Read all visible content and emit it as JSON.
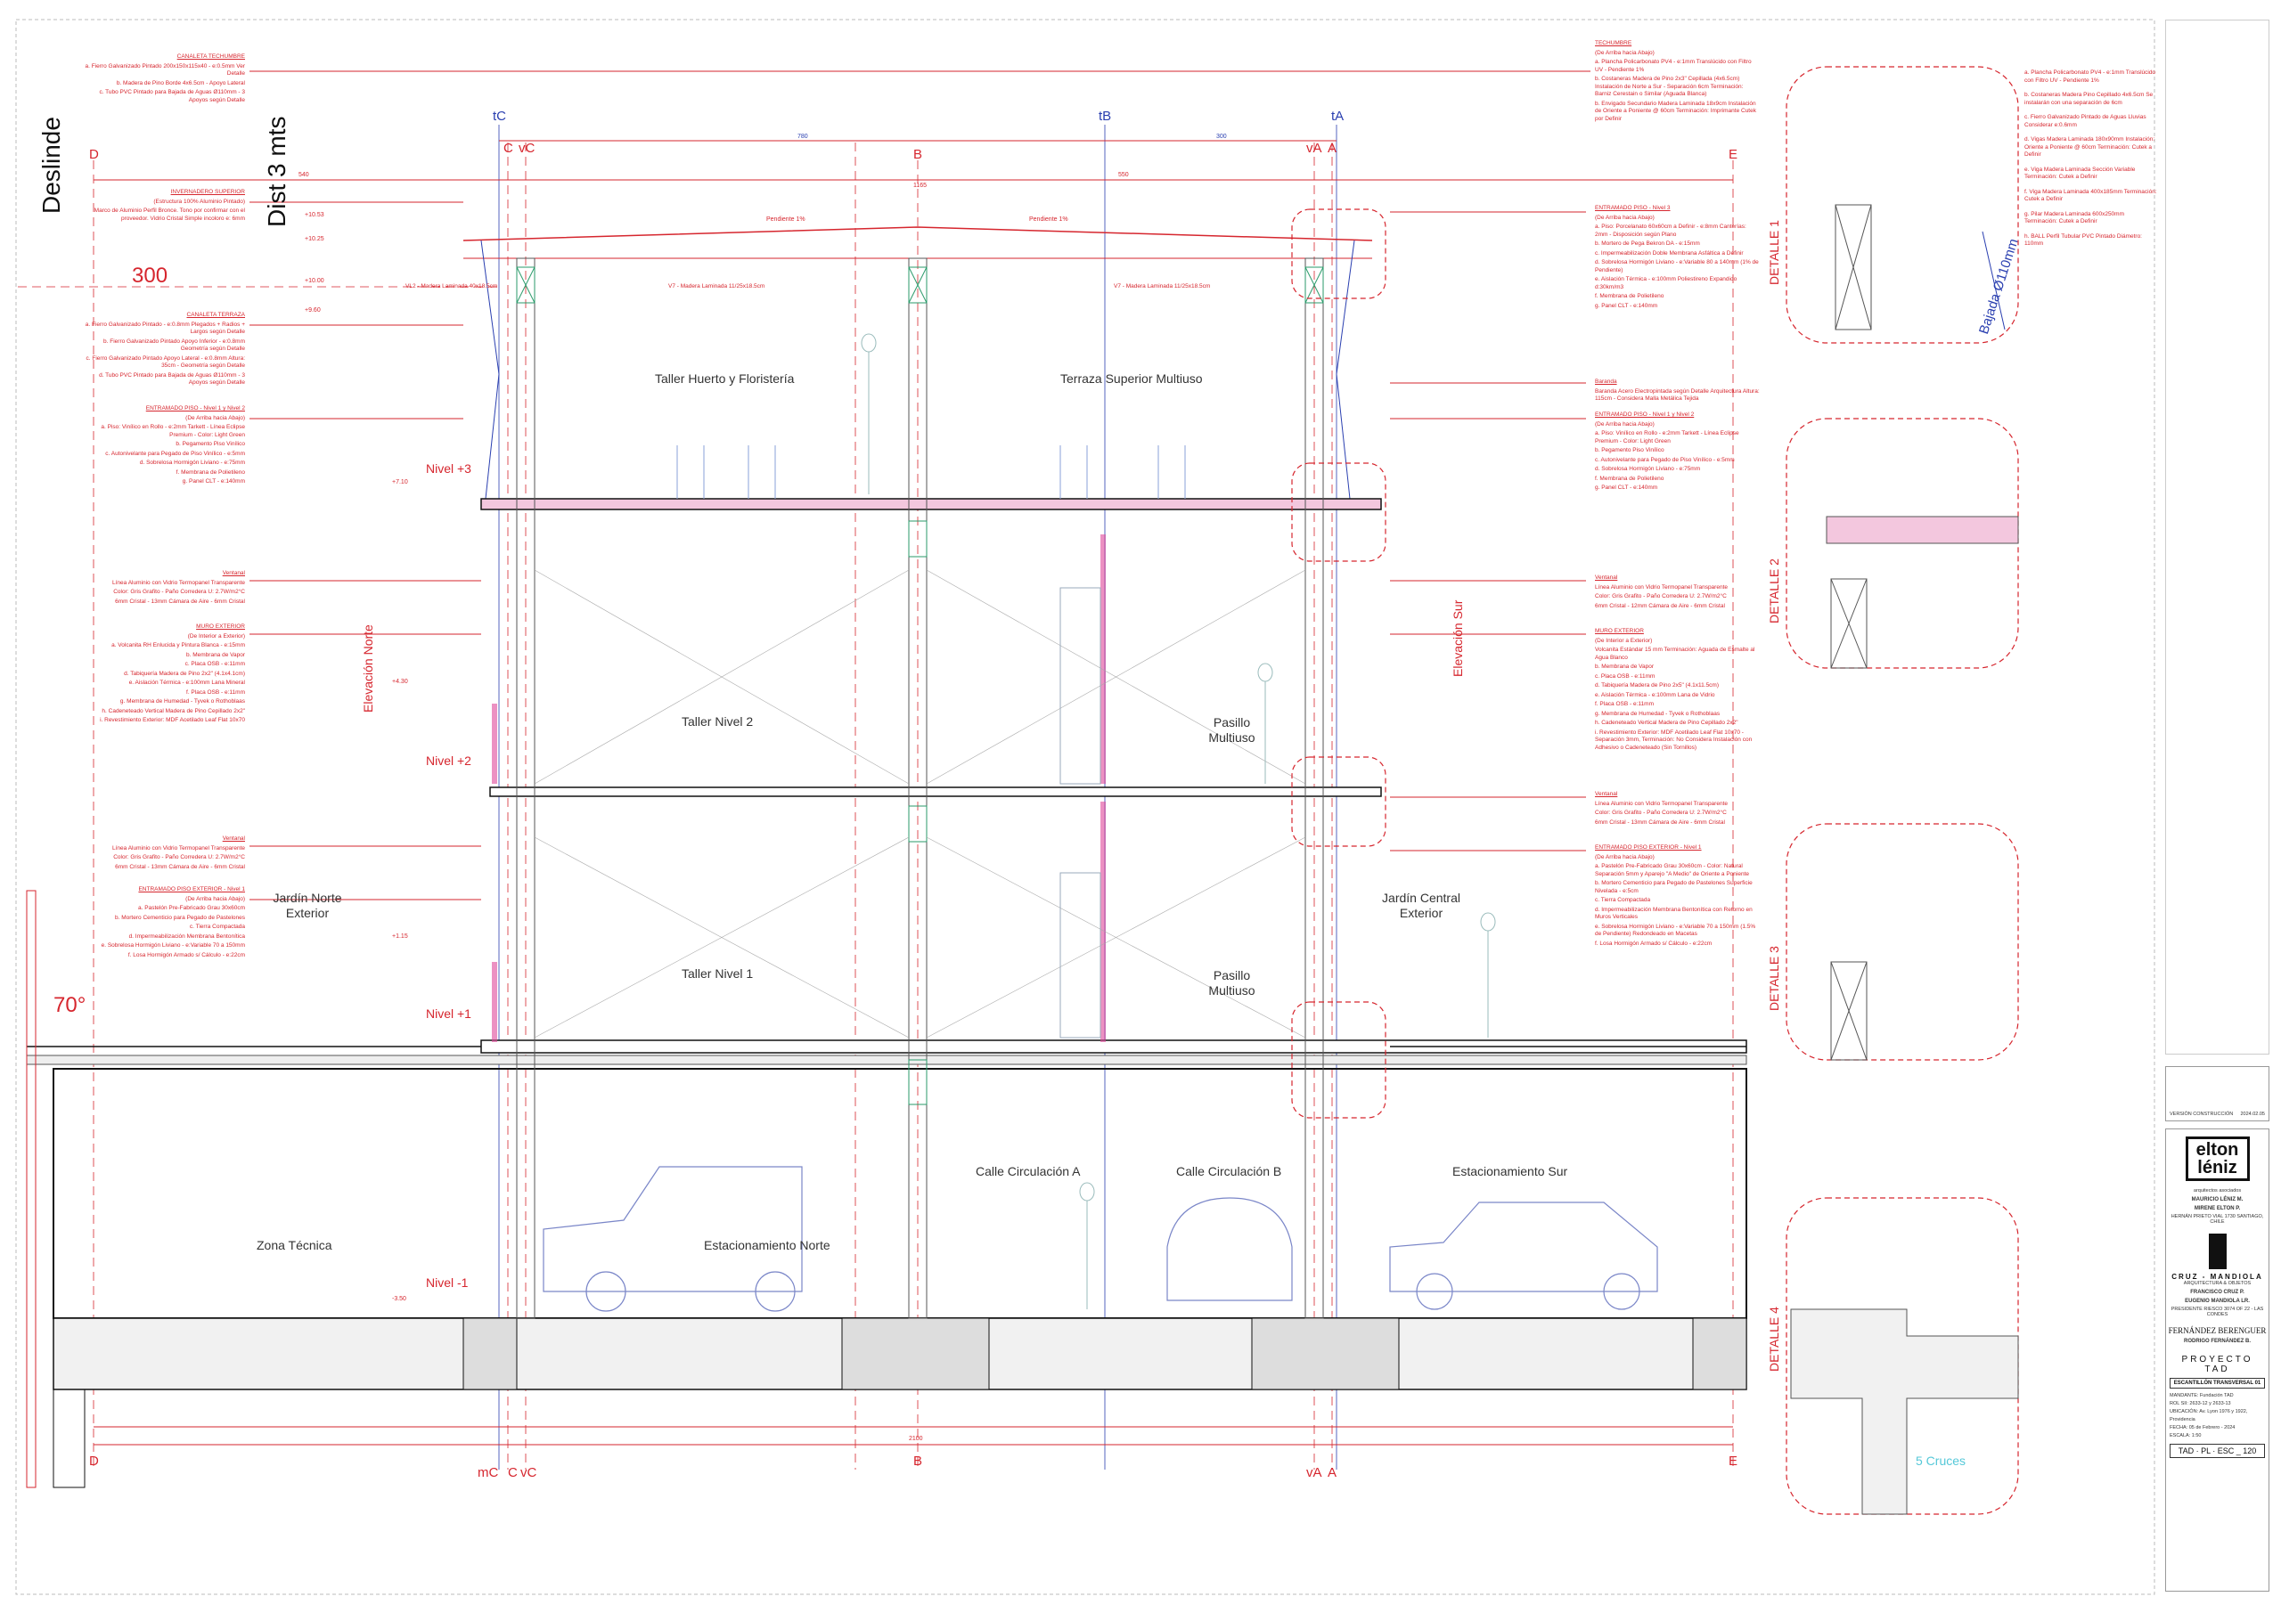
{
  "annotations": {
    "deslinde": "Deslinde",
    "dist": "Dist 3 mts",
    "setback": "300",
    "angle": "70°",
    "elev_norte": "Elevación Norte",
    "elev_sur": "Elevación Sur"
  },
  "grid": {
    "D": "D",
    "tC": "tC",
    "C": "C",
    "vC": "vC",
    "B": "B",
    "tB": "tB",
    "vA": "vA",
    "A": "A",
    "tA": "tA",
    "E": "E",
    "mC": "mC"
  },
  "dimensions": {
    "d1": "540",
    "d2": "780",
    "d3": "300",
    "d4": "550",
    "d5": "1165",
    "d6": "2100"
  },
  "levels": {
    "n3": "Nivel +3",
    "n2": "Nivel +2",
    "n1": "Nivel +1",
    "nm1": "Nivel -1",
    "e1": "+10.53",
    "e2": "+10.25",
    "e3": "+10.00",
    "e4": "+9.60",
    "e5": "+7.10",
    "e6": "+4.30",
    "e7": "+1.15",
    "e8": "-3.50"
  },
  "rooms": {
    "huerto": "Taller Huerto y Floristería",
    "terraza": "Terraza Superior Multiuso",
    "taller2": "Taller Nivel 2",
    "pasillo2": "Pasillo Multiuso",
    "taller1": "Taller Nivel 1",
    "pasillo1": "Pasillo Multiuso",
    "jardin_norte": "Jardín Norte Exterior",
    "jardin_central": "Jardín Central Exterior",
    "calle_a": "Calle Circulación A",
    "calle_b": "Calle Circulación B",
    "est_sur": "Estacionamiento Sur",
    "est_norte": "Estacionamiento Norte",
    "zona_tecnica": "Zona Técnica"
  },
  "beams": {
    "vl2": "VL2 - Madera Laminada 40x18.5cm",
    "v7": "V7 - Madera Laminada 11/25x18.5cm",
    "pendiente": "Pendiente 1%"
  },
  "details": {
    "d1": "DETALLE 1",
    "d2": "DETALLE 2",
    "d3": "DETALLE 3",
    "d4": "DETALLE 4",
    "bajada": "Bajada Ø110mm",
    "cruces": "5 Cruces"
  },
  "notes_left": [
    {
      "title": "CANALETA TECHUMBRE",
      "lines": [
        "a. Fierro Galvanizado Pintado 200x150x115x40 - e:0.5mm Ver Detalle",
        "b. Madera de Pino Borde 4x6.5cm - Apoyo Lateral",
        "c. Tubo PVC Pintado para Bajada de Aguas Ø110mm - 3 Apoyos según Detalle"
      ]
    },
    {
      "title": "INVERNADERO SUPERIOR",
      "lines": [
        "(Estructura 100% Aluminio Pintado)",
        "Marco de Aluminio Perfil Bronce. Tono por confirmar con el proveedor. Vidrio Cristal Simple incoloro e: 6mm"
      ]
    },
    {
      "title": "CANALETA TERRAZA",
      "lines": [
        "a. Fierro Galvanizado Pintado - e:0.8mm Plegados + Radios + Largos según Detalle",
        "b. Fierro Galvanizado Pintado Apoyo Inferior - e:0.8mm Geometría según Detalle",
        "c. Fierro Galvanizado Pintado Apoyo Lateral - e:0.8mm Altura: 35cm - Geometría según Detalle",
        "d. Tubo PVC Pintado para Bajada de Aguas Ø110mm - 3 Apoyos según Detalle"
      ]
    },
    {
      "title": "ENTRAMADO PISO - Nivel 1 y Nivel 2",
      "lines": [
        "(De Arriba hacia Abajo)",
        "a. Piso: Vinílico en Rollo - e:2mm Tarkett - Línea Eclipse Premium - Color: Light Green",
        "b. Pegamento Piso Vinílico",
        "c. Autonivelante para Pegado de Piso Vinílico - e:5mm",
        "d. Sobrelosa Hormigón Liviano - e:75mm",
        "f. Membrana de Polietileno",
        "g. Panel CLT - e:140mm"
      ]
    },
    {
      "title": "Ventanal",
      "lines": [
        "Línea Aluminio con Vidrio Termopanel Transparente",
        "Color: Gris Grafito - Paño Corredera U: 2.7W/m2°C",
        "6mm Cristal - 13mm Cámara de Aire - 6mm Cristal"
      ]
    },
    {
      "title": "MURO EXTERIOR",
      "lines": [
        "(De Interior a Exterior)",
        "a. Volcanita RH Enlucida y Pintura Blanca - e:15mm",
        "b. Membrana de Vapor",
        "c. Placa OSB - e:11mm",
        "d. Tabiquería Madera de Pino 2x2\" (4.1x4.1cm)",
        "e. Aislación Térmica - e:100mm Lana Mineral",
        "f. Placa OSB - e:11mm",
        "g. Membrana de Humedad - Tyvek o Rothoblaas",
        "h. Cadeneteado Vertical Madera de Pino Cepillado 2x2\"",
        "i. Revestimiento Exterior: MDF Acetilado Leaf Flat 10x70"
      ]
    },
    {
      "title": "Ventanal",
      "lines": [
        "Línea Aluminio con Vidrio Termopanel Transparente",
        "Color: Gris Grafito - Paño Corredera U: 2.7W/m2°C",
        "6mm Cristal - 13mm Cámara de Aire - 6mm Cristal"
      ]
    },
    {
      "title": "ENTRAMADO PISO EXTERIOR - Nivel 1",
      "lines": [
        "(De Arriba hacia Abajo)",
        "a. Pastelón Pre-Fabricado Grau 30x60cm",
        "b. Mortero Cementicio para Pegado de Pastelones",
        "c. Tierra Compactada",
        "d. Impermeabilización Membrana Bentonítica",
        "e. Sobrelosa Hormigón Liviano - e:Variable 70 a 150mm",
        "f. Losa Hormigón Armado s/ Cálculo - e:22cm"
      ]
    }
  ],
  "notes_right": [
    {
      "title": "TECHUMBRE",
      "lines": [
        "(De Arriba hacia Abajo)",
        "a. Plancha Policarbonato PV4 - e:1mm Translúcido con Filtro UV - Pendiente 1%",
        "b. Costaneras Madera de Pino 2x3\" Cepillada (4x6.5cm) Instalación de Norte a Sur - Separación 6cm Terminación: Barniz Cerestain o Similar (Aguada Blanca)",
        "b. Envigado Secundario Madera Laminada 18x9cm Instalación de Oriente a Poniente @ 60cm Terminación: Imprimante Cutek por Definir"
      ]
    },
    {
      "title": "ENTRAMADO PISO - Nivel 3",
      "lines": [
        "(De Arriba hacia Abajo)",
        "a. Piso: Porcelanato 60x60cm a Definir - e:8mm Canterías: 2mm - Disposición según Plano",
        "b. Mortero de Pega Bekron DA - e:15mm",
        "c. Impermeabilización Doble Membrana Asfáltica a Definir",
        "d. Sobrelosa Hormigón Liviano - e:Variable 80 a 140mm (1% de Pendiente)",
        "e. Aislación Térmica - e:100mm Poliestireno Expandido d:30km/m3",
        "f. Membrana de Polietileno",
        "g. Panel CLT - e:140mm"
      ]
    },
    {
      "title": "Baranda",
      "lines": [
        "Baranda Acero Electropintada según Detalle Arquitectura Altura: 115cm - Considera Malla Metálica Tejida"
      ]
    },
    {
      "title": "ENTRAMADO PISO - Nivel 1 y Nivel 2",
      "lines": [
        "(De Arriba hacia Abajo)",
        "a. Piso: Vinílico en Rollo - e:2mm Tarkett - Línea Eclipse Premium - Color: Light Green",
        "b. Pegamento Piso Vinílico",
        "c. Autonivelante para Pegado de Piso Vinílico - e:5mm",
        "d. Sobrelosa Hormigón Liviano - e:75mm",
        "f. Membrana de Polietileno",
        "g. Panel CLT - e:140mm"
      ]
    },
    {
      "title": "Ventanal",
      "lines": [
        "Línea Aluminio con Vidrio Termopanel Transparente",
        "Color: Gris Grafito - Paño Corredera U: 2.7W/m2°C",
        "6mm Cristal - 12mm Cámara de Aire - 6mm Cristal"
      ]
    },
    {
      "title": "MURO EXTERIOR",
      "lines": [
        "(De Interior a Exterior)",
        "Volcanita Estándar 15 mm Terminación: Aguada de Esmalte al Agua Blanco",
        "b. Membrana de Vapor",
        "c. Placa OSB - e:11mm",
        "d. Tabiquería Madera de Pino 2x5\" (4.1x11.5cm)",
        "e. Aislación Térmica - e:100mm Lana de Vidrio",
        "f. Placa OSB - e:11mm",
        "g. Membrana de Humedad - Tyvek o Rothoblaas",
        "h. Cadeneteado Vertical Madera de Pino Cepillado 2x2\"",
        "i. Revestimiento Exterior: MDF Acetilado Leaf Flat 10x70 - Separación 3mm, Terminación: No Considera Instalación con Adhesivo o Cadeneteado (Sin Tornillos)"
      ]
    },
    {
      "title": "Ventanal",
      "lines": [
        "Línea Aluminio con Vidrio Termopanel Transparente",
        "Color: Gris Grafito - Paño Corredera U: 2.7W/m2°C",
        "6mm Cristal - 13mm Cámara de Aire - 6mm Cristal"
      ]
    },
    {
      "title": "ENTRAMADO PISO EXTERIOR - Nivel 1",
      "lines": [
        "(De Arriba hacia Abajo)",
        "a. Pastelón Pre-Fabricado Grau 30x60cm - Color: Natural Separación 5mm y Aparejo \"A Medio\" de Oriente a Poniente",
        "b. Mortero Cementicio para Pegado de Pastelones Superficie Nivelada - e:5cm",
        "c. Tierra Compactada",
        "d. Impermeabilización Membrana Bentonítica con Retorno en Muros Verticales",
        "e. Sobrelosa Hormigón Liviano - e:Variable 70 a 150mm (1.5% de Pendiente) Redondeado en Macetas",
        "f. Losa Hormigón Armado s/ Cálculo - e:22cm"
      ]
    }
  ],
  "detail1_notes": [
    "a. Plancha Policarbonato PV4 - e:1mm Translúcido con Filtro UV - Pendiente 1%",
    "b. Costaneras Madera Pino Cepillado 4x6.5cm Se instalarán con una separación de 6cm",
    "c. Fierro Galvanizado Pintado de Aguas Lluvias Considerar e:0.6mm",
    "d. Vigas Madera Laminada 180x90mm Instalación: Oriente a Poniente @ 60cm Terminación: Cutek a Definir",
    "e. Viga Madera Laminada Sección Variable Terminación: Cutek a Definir",
    "f. Viga Madera Laminada 400x185mm Terminación: Cutek a Definir",
    "g. Pilar Madera Laminada 600x250mm Terminación: Cutek a Definir",
    "h. BALL Perfil Tubular PVC Pintado Diámetro: 110mm"
  ],
  "title_block": {
    "version": "VERSIÓN CONSTRUCCIÓN",
    "version_date": "2024.02.05",
    "logo1_line1": "elton",
    "logo1_line2": "léniz",
    "logo1_sub": "arquitectos asociados",
    "arch1": "MAURICIO LÉNIZ M.",
    "arch2": "MIRENE ELTON P.",
    "addr1": "HERNÁN PRIETO VIAL 1730 SANTIAGO, CHILE",
    "logo2": "CRUZ - MANDIOLA",
    "logo2_sub": "ARQUITECTURA & OBJETOS",
    "arch3": "FRANCISCO CRUZ P.",
    "arch4": "EUGENIO MANDIOLA LR.",
    "addr2": "PRESIDENTE RIESCO 3074 OF 22 - LAS CONDES",
    "logo3": "FERNÁNDEZ BERENGUER",
    "arch5": "RODRIGO FERNÁNDEZ B.",
    "project_label": "PROYECTO",
    "project": "TAD",
    "sheet_title": "ESCANTILLÓN TRANSVERSAL 01",
    "mandante": "MANDANTE: Fundación TAD",
    "rol": "ROL SII: 2633-12 y 2633-13",
    "ubicacion": "UBICACIÓN: Av. Lyon 1976 y 1922, Providencia",
    "fecha": "FECHA: 05 de Febrero - 2024",
    "escala": "ESCALA: 1:50",
    "code": "TAD · PL · ESC _ 120"
  },
  "colors": {
    "line": "#d6262e",
    "blue": "#2a3fb0",
    "cyan": "#55c8d8",
    "magenta": "#e0479a"
  }
}
